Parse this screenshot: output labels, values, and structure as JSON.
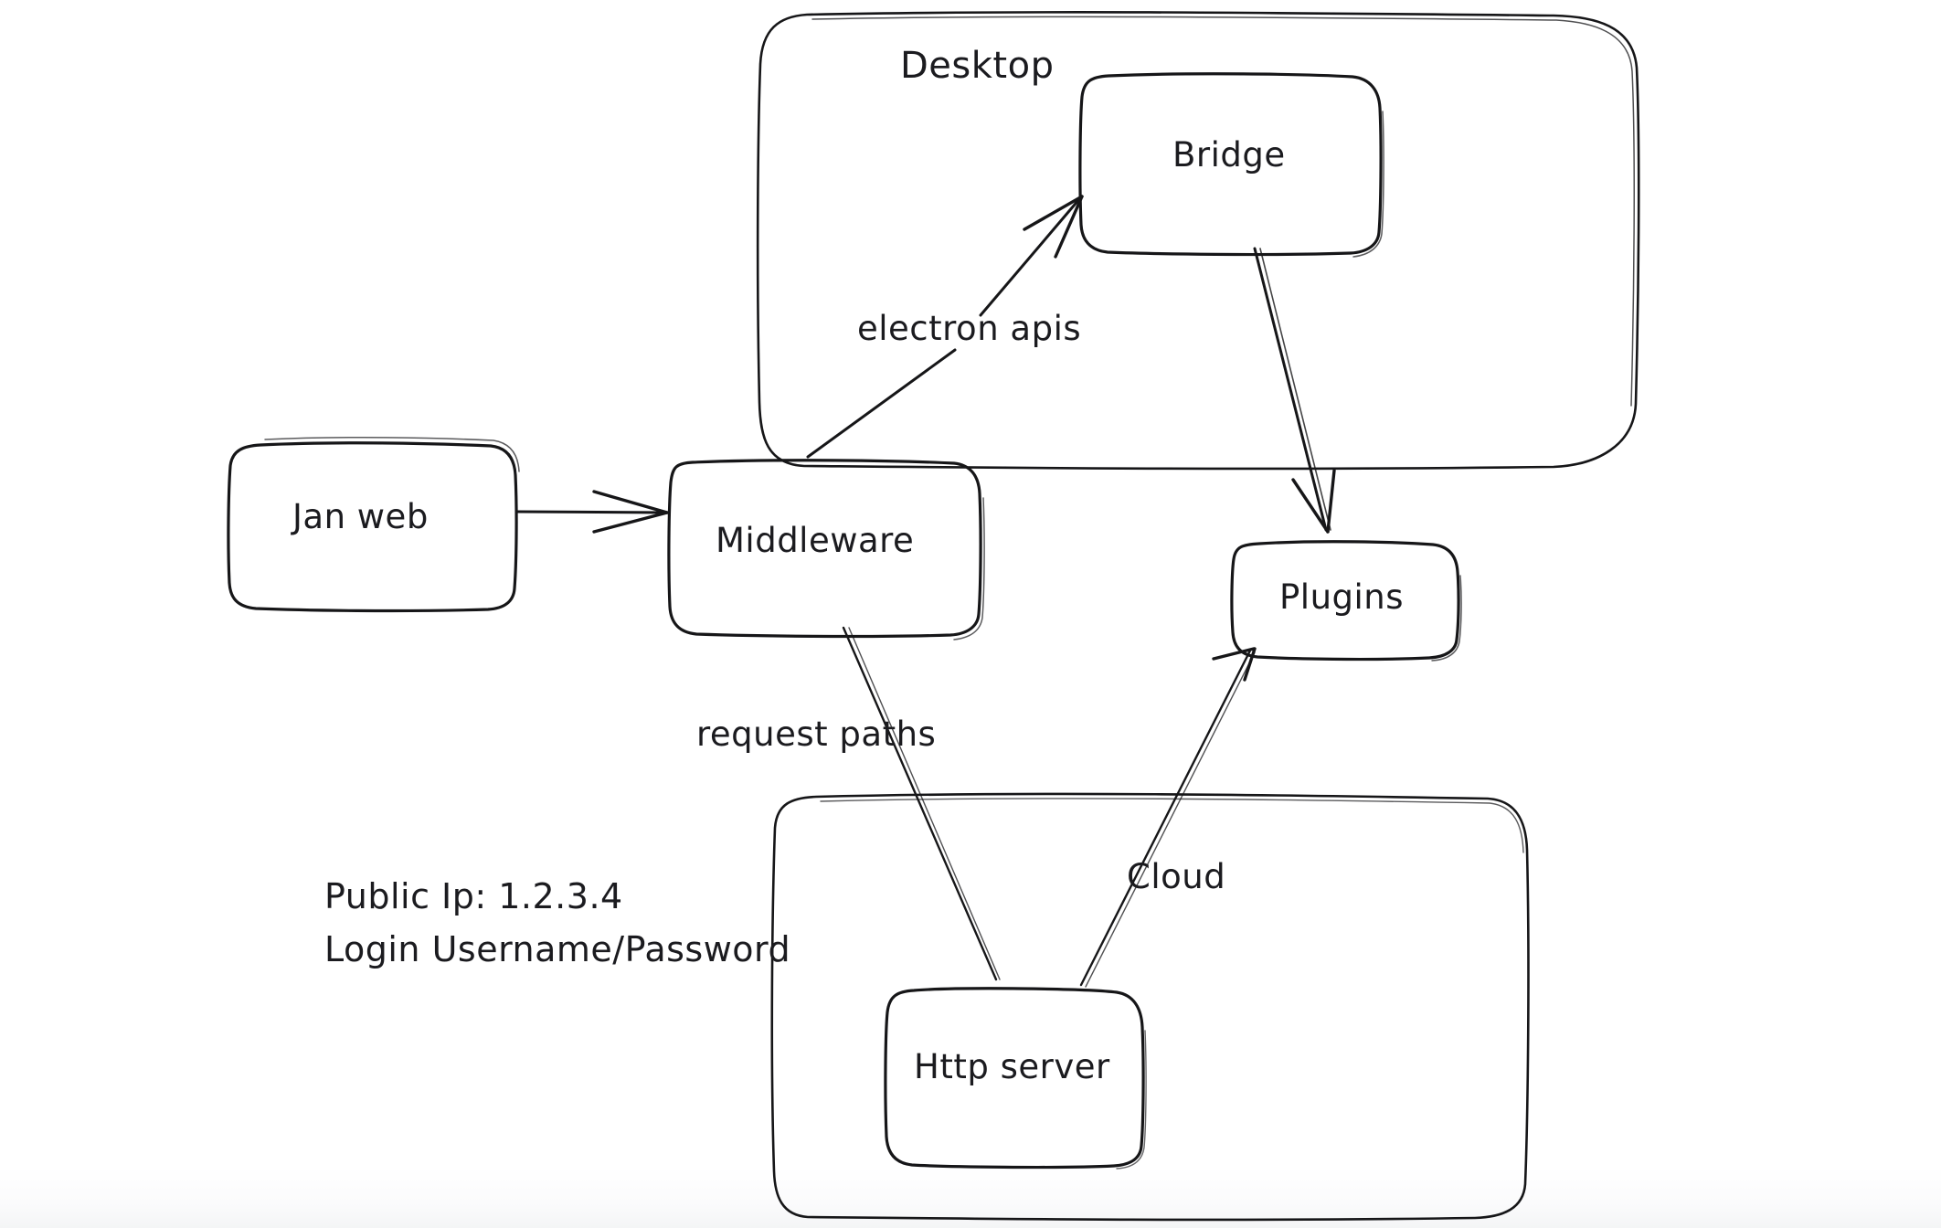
{
  "diagram": {
    "title": "Jan system architecture sketch",
    "style": "hand-drawn whiteboard",
    "background_color": "#ffffff",
    "ink_color": "#161618",
    "containers": [
      {
        "id": "desktop",
        "label": "Desktop"
      },
      {
        "id": "cloud",
        "label": ""
      }
    ],
    "nodes": [
      {
        "id": "jan-web",
        "label": "Jan web"
      },
      {
        "id": "middleware",
        "label": "Middleware"
      },
      {
        "id": "bridge",
        "label": "Bridge"
      },
      {
        "id": "plugins",
        "label": "Plugins"
      },
      {
        "id": "http-server",
        "label": "Http server"
      }
    ],
    "edges": [
      {
        "id": "jan-web-to-middleware",
        "from": "Jan web",
        "to": "Middleware",
        "label": "",
        "arrow": true
      },
      {
        "id": "middleware-to-bridge",
        "from": "Middleware",
        "to": "Bridge",
        "label": "electron apis",
        "arrow": true
      },
      {
        "id": "bridge-to-plugins",
        "from": "Bridge",
        "to": "Plugins",
        "label": "",
        "arrow": true
      },
      {
        "id": "middleware-to-http-server",
        "from": "Middleware",
        "to": "Http server",
        "label": "request paths",
        "arrow": false
      },
      {
        "id": "http-server-to-plugins",
        "from": "Http server",
        "to": "Plugins",
        "label": "Cloud",
        "arrow": true
      }
    ],
    "notes": [
      {
        "id": "public-ip",
        "text": "Public Ip: 1.2.3.4"
      },
      {
        "id": "login",
        "text": "Login Username/Password"
      }
    ]
  }
}
